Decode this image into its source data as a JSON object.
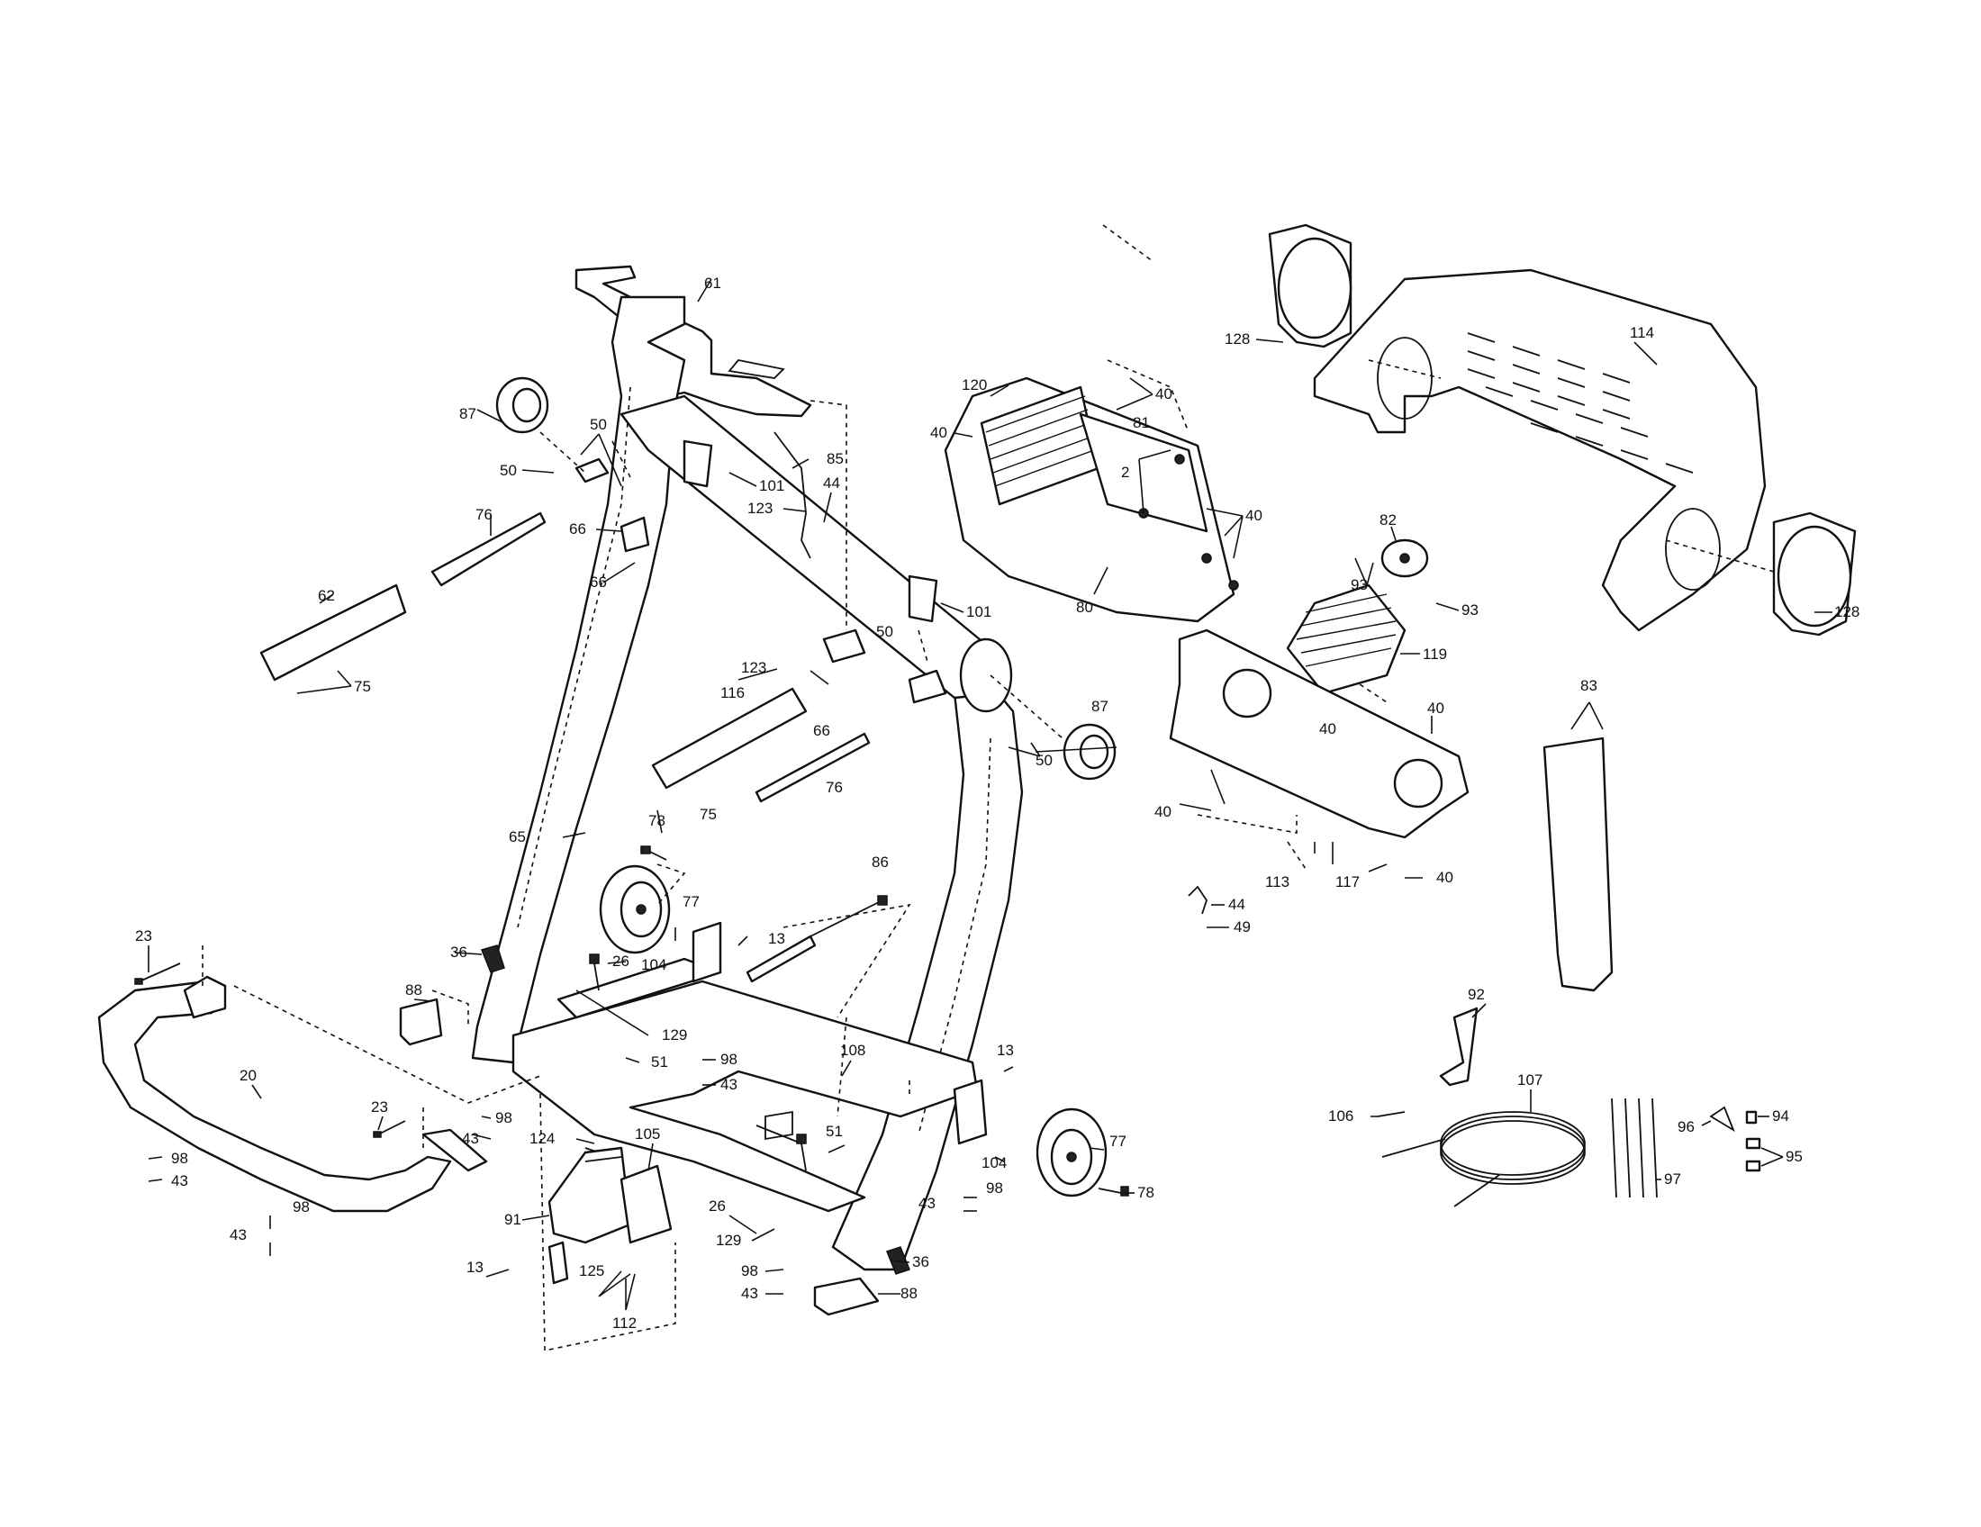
{
  "diagram": {
    "labels": [
      {
        "id": "61",
        "text": "61"
      },
      {
        "id": "87a",
        "text": "87"
      },
      {
        "id": "50a",
        "text": "50"
      },
      {
        "id": "50b",
        "text": "50"
      },
      {
        "id": "85",
        "text": "85"
      },
      {
        "id": "101a",
        "text": "101"
      },
      {
        "id": "44a",
        "text": "44"
      },
      {
        "id": "123a",
        "text": "123"
      },
      {
        "id": "76a",
        "text": "76"
      },
      {
        "id": "66a",
        "text": "66"
      },
      {
        "id": "66b",
        "text": "66"
      },
      {
        "id": "62",
        "text": "62"
      },
      {
        "id": "75a",
        "text": "75"
      },
      {
        "id": "120",
        "text": "120"
      },
      {
        "id": "40a",
        "text": "40"
      },
      {
        "id": "40b",
        "text": "40"
      },
      {
        "id": "81",
        "text": "81"
      },
      {
        "id": "2",
        "text": "2"
      },
      {
        "id": "40c",
        "text": "40"
      },
      {
        "id": "80",
        "text": "80"
      },
      {
        "id": "128a",
        "text": "128"
      },
      {
        "id": "114",
        "text": "114"
      },
      {
        "id": "128b",
        "text": "128"
      },
      {
        "id": "82",
        "text": "82"
      },
      {
        "id": "93a",
        "text": "93"
      },
      {
        "id": "93b",
        "text": "93"
      },
      {
        "id": "119",
        "text": "119"
      },
      {
        "id": "101b",
        "text": "101"
      },
      {
        "id": "50c",
        "text": "50"
      },
      {
        "id": "123b",
        "text": "123"
      },
      {
        "id": "116",
        "text": "116"
      },
      {
        "id": "66c",
        "text": "66"
      },
      {
        "id": "75b",
        "text": "75"
      },
      {
        "id": "76b",
        "text": "76"
      },
      {
        "id": "87b",
        "text": "87"
      },
      {
        "id": "50d",
        "text": "50"
      },
      {
        "id": "40d",
        "text": "40"
      },
      {
        "id": "40e",
        "text": "40"
      },
      {
        "id": "83",
        "text": "83"
      },
      {
        "id": "40f",
        "text": "40"
      },
      {
        "id": "40g",
        "text": "40"
      },
      {
        "id": "113",
        "text": "113"
      },
      {
        "id": "117",
        "text": "117"
      },
      {
        "id": "44b",
        "text": "44"
      },
      {
        "id": "49",
        "text": "49"
      },
      {
        "id": "65",
        "text": "65"
      },
      {
        "id": "78a",
        "text": "78"
      },
      {
        "id": "86",
        "text": "86"
      },
      {
        "id": "77a",
        "text": "77"
      },
      {
        "id": "23a",
        "text": "23"
      },
      {
        "id": "36a",
        "text": "36"
      },
      {
        "id": "26a",
        "text": "26"
      },
      {
        "id": "104a",
        "text": "104"
      },
      {
        "id": "13a",
        "text": "13"
      },
      {
        "id": "88a",
        "text": "88"
      },
      {
        "id": "129a",
        "text": "129"
      },
      {
        "id": "51a",
        "text": "51"
      },
      {
        "id": "98a",
        "text": "98"
      },
      {
        "id": "43a",
        "text": "43"
      },
      {
        "id": "108",
        "text": "108"
      },
      {
        "id": "13b",
        "text": "13"
      },
      {
        "id": "20",
        "text": "20"
      },
      {
        "id": "23b",
        "text": "23"
      },
      {
        "id": "98b",
        "text": "98"
      },
      {
        "id": "43b",
        "text": "43"
      },
      {
        "id": "98c",
        "text": "98"
      },
      {
        "id": "43c",
        "text": "43"
      },
      {
        "id": "124",
        "text": "124"
      },
      {
        "id": "105",
        "text": "105"
      },
      {
        "id": "51b",
        "text": "51"
      },
      {
        "id": "77b",
        "text": "77"
      },
      {
        "id": "104b",
        "text": "104"
      },
      {
        "id": "78b",
        "text": "78"
      },
      {
        "id": "91",
        "text": "91"
      },
      {
        "id": "26b",
        "text": "26"
      },
      {
        "id": "129b",
        "text": "129"
      },
      {
        "id": "43d",
        "text": "43"
      },
      {
        "id": "98d",
        "text": "98"
      },
      {
        "id": "98e",
        "text": "98"
      },
      {
        "id": "43e",
        "text": "43"
      },
      {
        "id": "13c",
        "text": "13"
      },
      {
        "id": "125",
        "text": "125"
      },
      {
        "id": "112",
        "text": "112"
      },
      {
        "id": "98f",
        "text": "98"
      },
      {
        "id": "36b",
        "text": "36"
      },
      {
        "id": "43f",
        "text": "43"
      },
      {
        "id": "88b",
        "text": "88"
      },
      {
        "id": "92",
        "text": "92"
      },
      {
        "id": "106",
        "text": "106"
      },
      {
        "id": "107",
        "text": "107"
      },
      {
        "id": "96",
        "text": "96"
      },
      {
        "id": "94",
        "text": "94"
      },
      {
        "id": "95",
        "text": "95"
      },
      {
        "id": "97",
        "text": "97"
      }
    ]
  }
}
